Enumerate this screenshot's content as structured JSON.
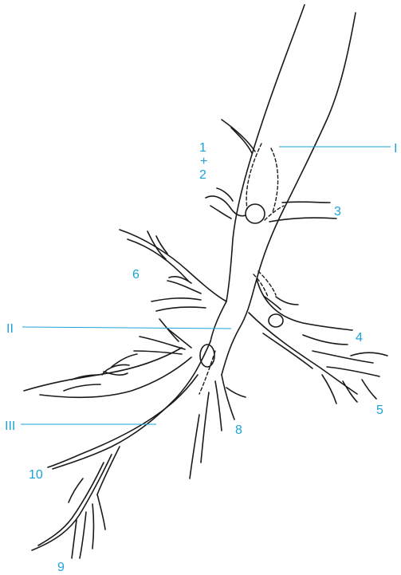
{
  "colors": {
    "ink": "#1a1a1a",
    "label": "#1aa3d9",
    "background": "#ffffff"
  },
  "labels": {
    "l1": "1",
    "plus": "+",
    "l2": "2",
    "l3": "3",
    "l4": "4",
    "l5": "5",
    "l6": "6",
    "l8": "8",
    "l9": "9",
    "l10": "10",
    "roman1": "I",
    "roman2": "II",
    "roman3": "III"
  }
}
